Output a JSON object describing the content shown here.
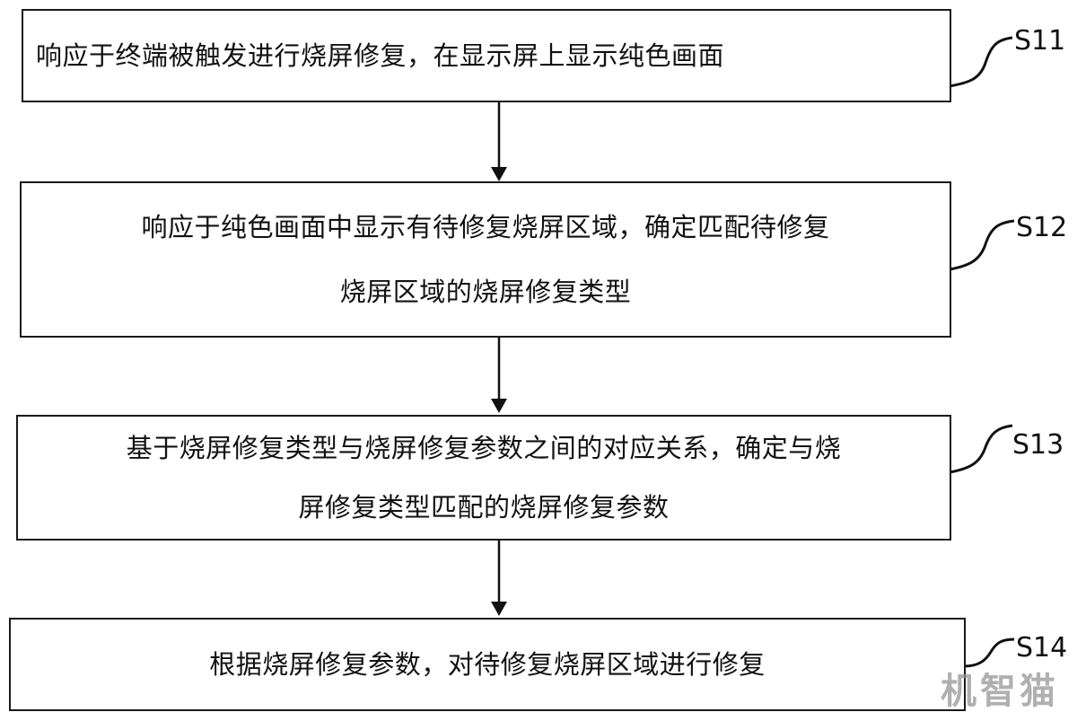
{
  "steps": [
    {
      "id": "S11",
      "text": "响应于终端被触发进行烧屏修复，在显示屏上显示纯色画面"
    },
    {
      "id": "S12",
      "text": "响应于纯色画面中显示有待修复烧屏区域，确定匹配待修复\n烧屏区域的烧屏修复类型"
    },
    {
      "id": "S13",
      "text": "基于烧屏修复类型与烧屏修复参数之间的对应关系，确定与烧\n屏修复类型匹配的烧屏修复参数"
    },
    {
      "id": "S14",
      "text": "根据烧屏修复参数，对待修复烧屏区域进行修复"
    }
  ],
  "watermark": "机智猫"
}
